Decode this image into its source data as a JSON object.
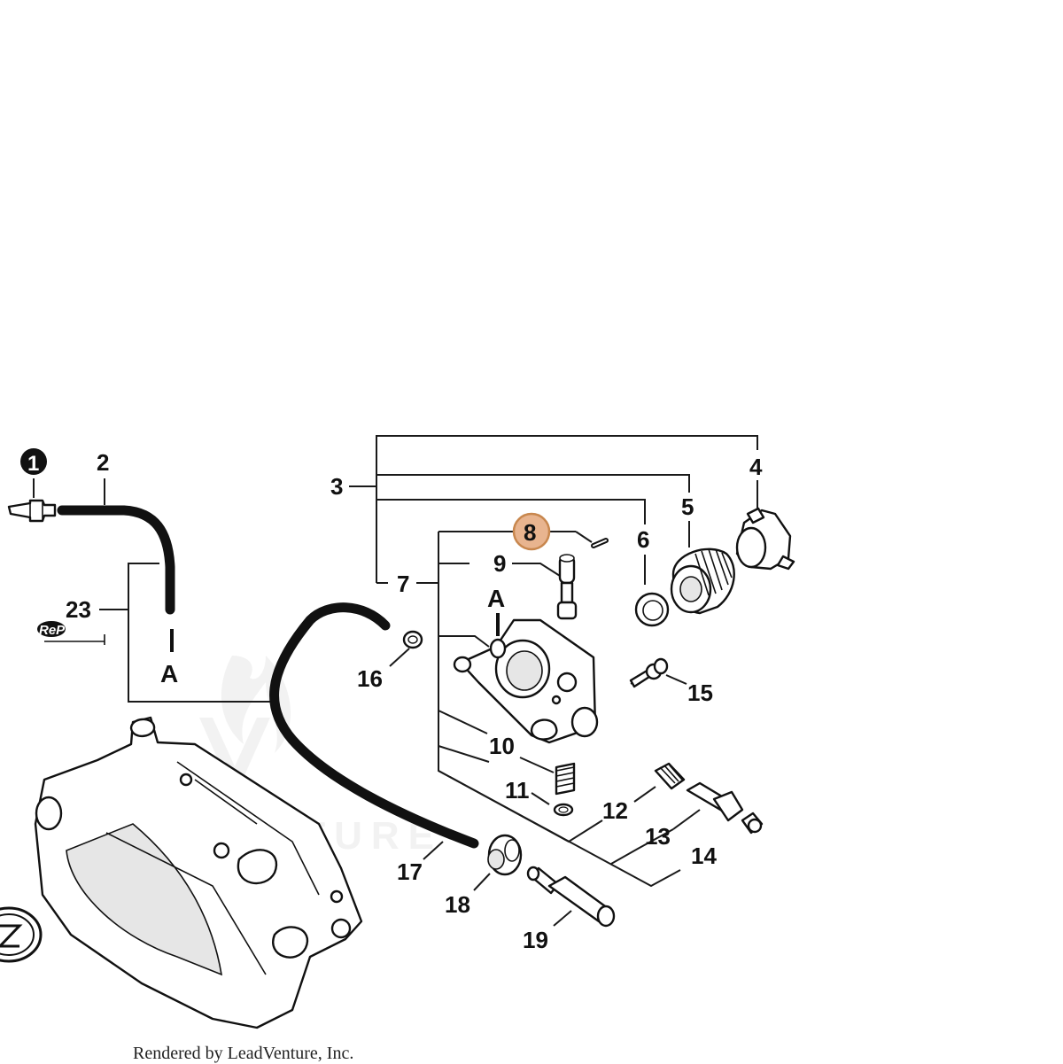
{
  "diagram": {
    "callouts": [
      {
        "id": "1",
        "label": "1"
      },
      {
        "id": "2",
        "label": "2"
      },
      {
        "id": "3",
        "label": "3"
      },
      {
        "id": "4",
        "label": "4"
      },
      {
        "id": "5",
        "label": "5"
      },
      {
        "id": "6",
        "label": "6"
      },
      {
        "id": "7",
        "label": "7"
      },
      {
        "id": "8",
        "label": "8"
      },
      {
        "id": "9",
        "label": "9"
      },
      {
        "id": "10",
        "label": "10"
      },
      {
        "id": "11",
        "label": "11"
      },
      {
        "id": "12",
        "label": "12"
      },
      {
        "id": "13",
        "label": "13"
      },
      {
        "id": "14",
        "label": "14"
      },
      {
        "id": "15",
        "label": "15"
      },
      {
        "id": "16",
        "label": "16"
      },
      {
        "id": "17",
        "label": "17"
      },
      {
        "id": "18",
        "label": "18"
      },
      {
        "id": "19",
        "label": "19"
      },
      {
        "id": "23",
        "label": "23"
      }
    ],
    "connection_marker": "A",
    "repower_label": "RePower",
    "watermark_text": "LEADVENTURE",
    "highlight_color": "#e8b48f",
    "highlight_border_color": "#c8874e",
    "callout_1_fill": "#111111"
  },
  "footer": {
    "credit": "Rendered by LeadVenture, Inc."
  }
}
